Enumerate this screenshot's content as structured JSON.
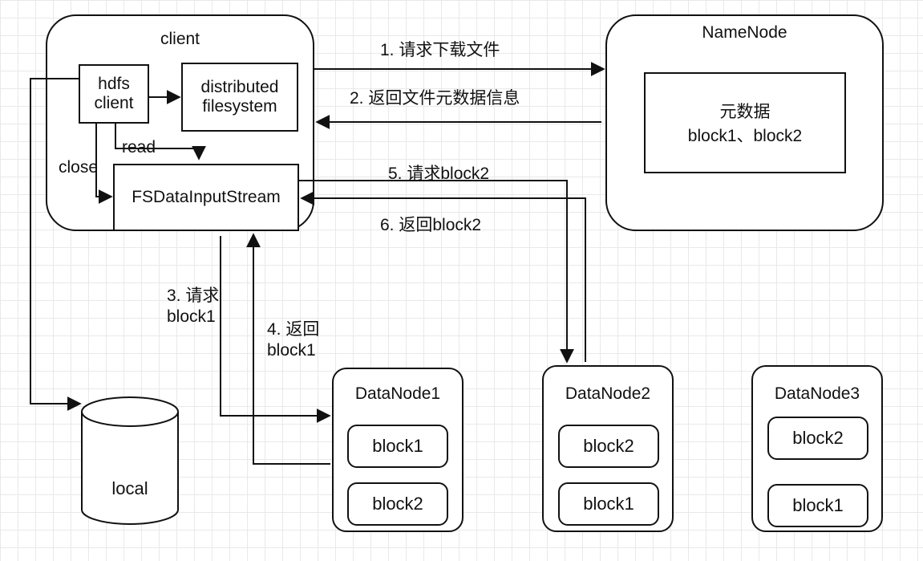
{
  "client": {
    "title": "client",
    "hdfs_client": "hdfs\nclient",
    "distributed_fs": "distributed\nfilesystem",
    "fs_input_stream": "FSDataInputStream",
    "read_label": "read",
    "close_label": "close"
  },
  "namenode": {
    "title": "NameNode",
    "metadata": "元数据\nblock1、block2"
  },
  "steps": {
    "s1": "1. 请求下载文件",
    "s2": "2. 返回文件元数据信息",
    "s3": "3. 请求\nblock1",
    "s4": "4. 返回\nblock1",
    "s5": "5. 请求block2",
    "s6": "6. 返回block2"
  },
  "datanodes": [
    {
      "title": "DataNode1",
      "blocks": [
        "block1",
        "block2"
      ]
    },
    {
      "title": "DataNode2",
      "blocks": [
        "block2",
        "block1"
      ]
    },
    {
      "title": "DataNode3",
      "blocks": [
        "block2",
        "block1"
      ]
    }
  ],
  "local": {
    "label": "local"
  }
}
